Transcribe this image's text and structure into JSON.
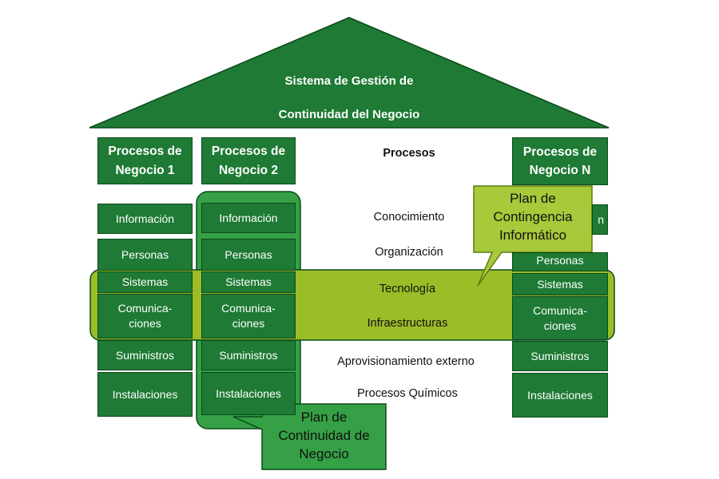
{
  "roof": {
    "line1": "Sistema de Gestión de",
    "line2": "Continuidad del Negocio"
  },
  "columns": [
    {
      "header": [
        "Procesos de",
        "Negocio 1"
      ],
      "items": [
        "Información",
        "Personas",
        "Sistemas",
        [
          "Comunica-",
          "ciones"
        ],
        "Suministros",
        "Instalaciones"
      ]
    },
    {
      "header": [
        "Procesos de",
        "Negocio 2"
      ],
      "items": [
        "Información",
        "Personas",
        "Sistemas",
        [
          "Comunica-",
          "ciones"
        ],
        "Suministros",
        "Instalaciones"
      ]
    },
    {
      "header": [
        "Procesos de",
        "Negocio N"
      ],
      "items": [
        "n",
        "Personas",
        "Sistemas",
        [
          "Comunica-",
          "ciones"
        ],
        "Suministros",
        "Instalaciones"
      ]
    }
  ],
  "center_labels": [
    "Procesos",
    "Conocimiento",
    "Organización",
    "Tecnología",
    "Infraestructuras",
    "Aprovisionamiento externo",
    "Procesos Químicos"
  ],
  "callouts": {
    "contingencia": [
      "Plan de",
      "Contingencia",
      "Informático"
    ],
    "continuidad": [
      "Plan de",
      "Continuidad de",
      "Negocio"
    ]
  },
  "colors": {
    "dark_green": "#1e7a34",
    "mid_green": "#35a046",
    "lime": "#9bbd27",
    "light_lime": "#a8c93a"
  }
}
